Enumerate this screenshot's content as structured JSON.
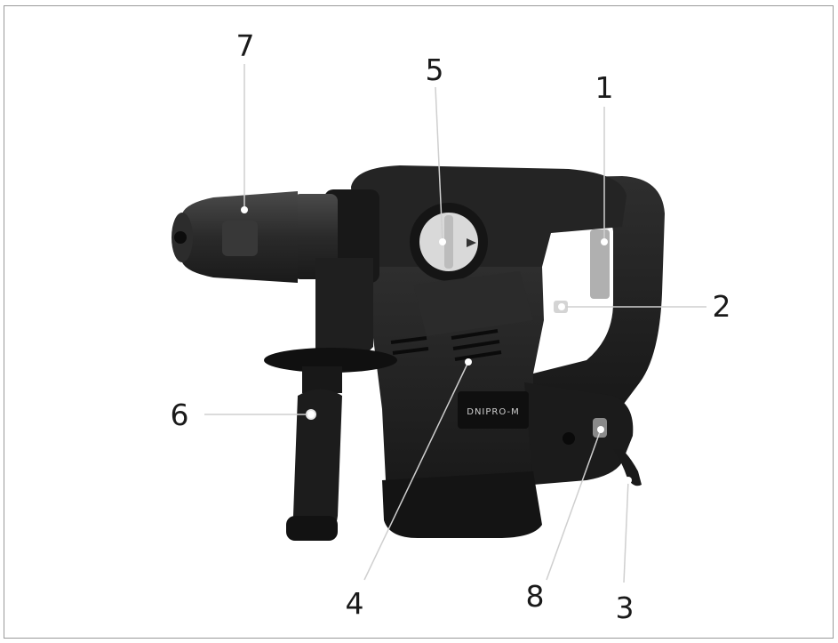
{
  "brand_logo_text": "DNIPRO-M",
  "callouts": [
    {
      "id": "1",
      "label": "1"
    },
    {
      "id": "2",
      "label": "2"
    },
    {
      "id": "3",
      "label": "3"
    },
    {
      "id": "4",
      "label": "4"
    },
    {
      "id": "5",
      "label": "5"
    },
    {
      "id": "6",
      "label": "6"
    },
    {
      "id": "7",
      "label": "7"
    },
    {
      "id": "8",
      "label": "8"
    }
  ],
  "colors": {
    "tool_body": "#1e1e1e",
    "tool_highlight": "#3a3a3a",
    "selector_knob": "#d9d9d9",
    "indicator": "#b0b0b0",
    "leader_line": "#cfcfcf",
    "text": "#1a1a1a"
  }
}
